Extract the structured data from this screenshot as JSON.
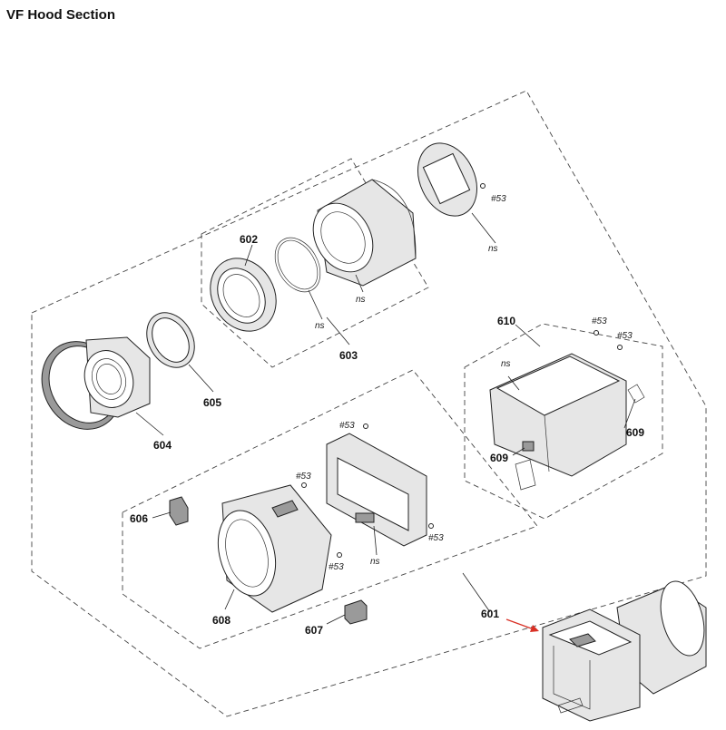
{
  "title": "VF Hood Section",
  "labels": {
    "p601": "601",
    "p602": "602",
    "p603": "603",
    "p604": "604",
    "p605": "605",
    "p606": "606",
    "p607": "607",
    "p608": "608",
    "p609a": "609",
    "p609b": "609",
    "p610": "610"
  },
  "screws": {
    "s1": "#53",
    "s2": "#53",
    "s3": "#53",
    "s4": "#53",
    "s5": "#53",
    "s6": "#53",
    "s7": "#53"
  },
  "ns": {
    "n1": "ns",
    "n2": "ns",
    "n3": "ns",
    "n4": "ns",
    "n5": "ns"
  },
  "colors": {
    "line": "#222222",
    "arrow": "#d93025",
    "text": "#111111"
  }
}
